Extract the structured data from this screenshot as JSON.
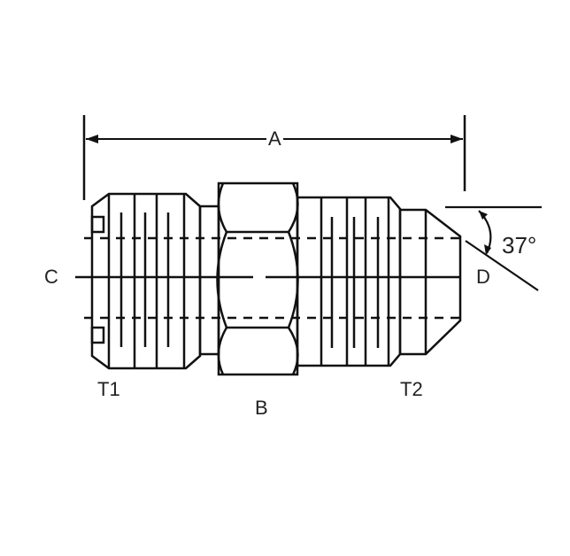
{
  "title": "37° flare union fitting diagram",
  "labels": {
    "a": "A",
    "b": "B",
    "c": "C",
    "d": "D",
    "t1": "T1",
    "t2": "T2",
    "angle": "37°"
  }
}
